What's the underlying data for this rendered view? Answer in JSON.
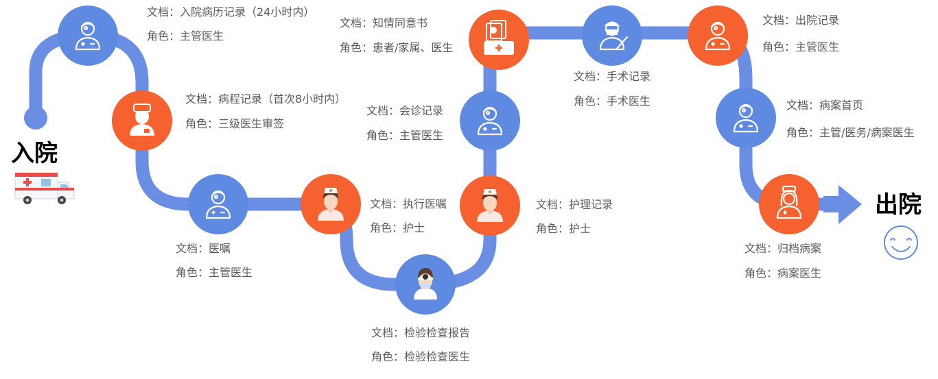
{
  "start_label": "入院",
  "end_label": "出院",
  "nodes": [
    {
      "id": "n1",
      "color": "blue",
      "icon": "doctor-icon",
      "doc": "文档：入院病历记录（24小时内）",
      "role": "角色：主管医生"
    },
    {
      "id": "n2",
      "color": "orange",
      "icon": "doctor-icon",
      "doc": "文档：病程记录（首次8小时内）",
      "role": "角色：三级医生审签"
    },
    {
      "id": "n3",
      "color": "blue",
      "icon": "doctor-icon",
      "doc": "文档：医嘱",
      "role": "角色：主管医生"
    },
    {
      "id": "n4",
      "color": "orange",
      "icon": "nurse-icon",
      "doc": "文档：执行医嘱",
      "role": "角色：护士"
    },
    {
      "id": "n5",
      "color": "blue",
      "icon": "lab-doctor-icon",
      "doc": "文档：检验检查报告",
      "role": "角色：检验检查医生"
    },
    {
      "id": "n6",
      "color": "orange",
      "icon": "nurse-icon",
      "doc": "文档：护理记录",
      "role": "角色：护士"
    },
    {
      "id": "n7",
      "color": "blue",
      "icon": "doctor-icon",
      "doc": "文档：会诊记录",
      "role": "角色：主管医生"
    },
    {
      "id": "n8",
      "color": "orange",
      "icon": "medical-records-icon",
      "doc": "文档：知情同意书",
      "role": "角色：患者/家属、医生"
    },
    {
      "id": "n9",
      "color": "blue",
      "icon": "surgeon-icon",
      "doc": "文档：手术记录",
      "role": "角色：手术医生"
    },
    {
      "id": "n10",
      "color": "orange",
      "icon": "doctor-icon",
      "doc": "文档：出院记录",
      "role": "角色：主管医生"
    },
    {
      "id": "n11",
      "color": "blue",
      "icon": "doctor-icon",
      "doc": "文档：病案首页",
      "role": "角色：主管/医务/病案医生"
    },
    {
      "id": "n12",
      "color": "orange",
      "icon": "female-doctor-icon",
      "doc": "文档：归档病案",
      "role": "角色：病案医生"
    }
  ],
  "colors": {
    "path": "#6a8ee4",
    "blue": "#5f8ae2",
    "orange": "#f5612f",
    "text": "#5b5b5b"
  }
}
